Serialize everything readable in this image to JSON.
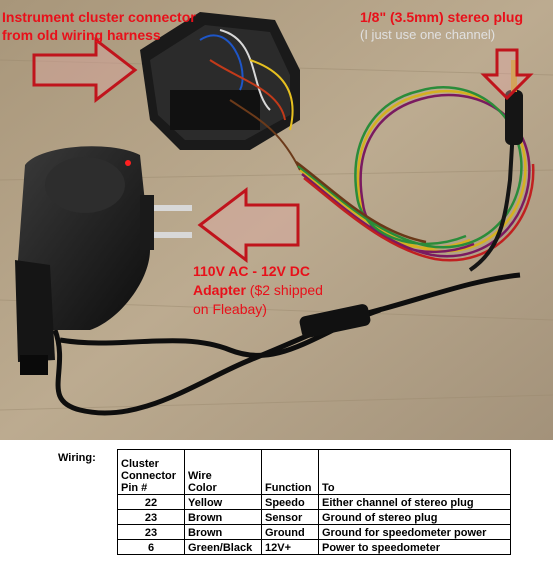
{
  "annotations": {
    "connector_line1": "Instrument cluster connector",
    "connector_line2": "from old wiring harness",
    "plug_title": "1/8\" (3.5mm) stereo plug",
    "plug_note": "(I just use one channel)",
    "adapter_line1": "110V AC - 12V DC",
    "adapter_bold": "Adapter",
    "adapter_price": " ($2 shipped",
    "adapter_line3": "on Fleabay)"
  },
  "wiring": {
    "label": "Wiring:",
    "headers": [
      "Cluster Connector Pin #",
      "Wire Color",
      "Function",
      "To"
    ],
    "header_lines": {
      "pin": [
        "Cluster",
        "Connector",
        "Pin #"
      ],
      "color": [
        "Wire",
        "Color"
      ],
      "function": "Function",
      "to": "To"
    },
    "rows": [
      {
        "pin": "22",
        "color": "Yellow",
        "function": "Speedo",
        "to": "Either channel of stereo plug"
      },
      {
        "pin": "23",
        "color": "Brown",
        "function": "Sensor",
        "to": "Ground of stereo plug"
      },
      {
        "pin": "23",
        "color": "Brown",
        "function": "Ground",
        "to": "Ground for speedometer power"
      },
      {
        "pin": "6",
        "color": "Green/Black",
        "function": "12V+",
        "to": "Power to speedometer"
      }
    ]
  },
  "colors": {
    "annotation_red": "#e8101a",
    "arrow_outline": "#c0141c",
    "cardboard": "#b7a58a"
  },
  "icons": [
    "arrow-right-icon",
    "arrow-left-icon",
    "arrow-down-icon"
  ]
}
